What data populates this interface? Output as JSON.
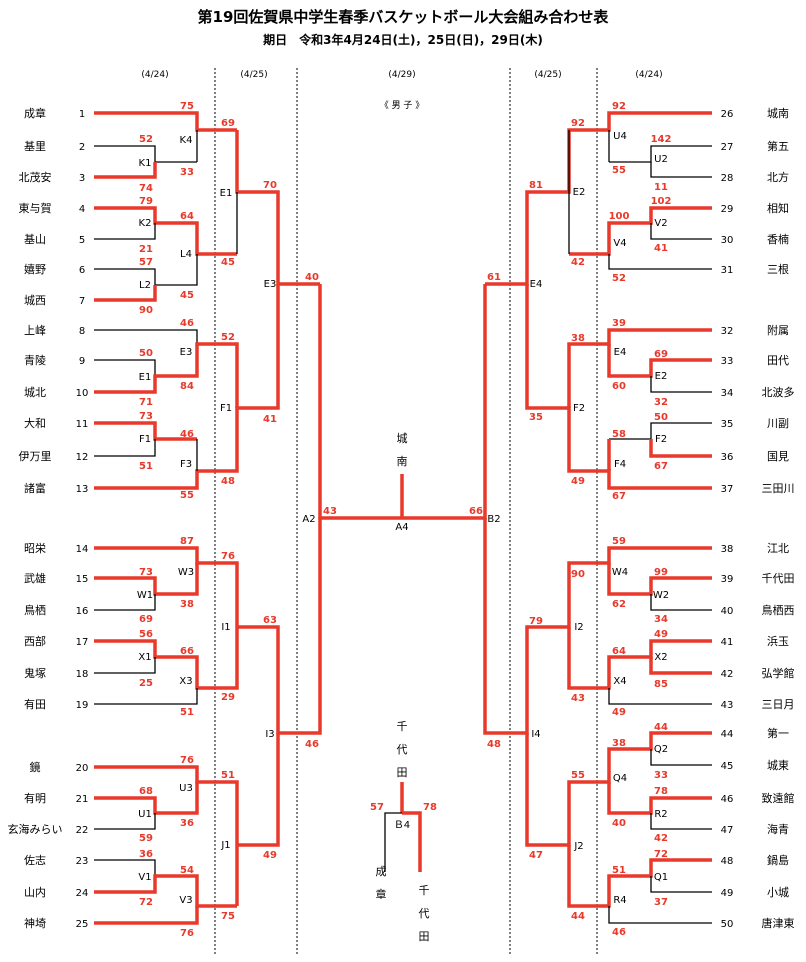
{
  "header": {
    "title": "第19回佐賀県中学生春季バスケットボール大会組み合わせ表",
    "subtitle": "期日　令和3年4月24日(土)，25日(日)，29日(木)"
  },
  "dates": {
    "left_r1": "(4/24)",
    "left_r2": "(4/25)",
    "center": "(4/29)",
    "right_r2": "(4/25)",
    "right_r1": "(4/24)",
    "gender": "《 男 子 》"
  },
  "colors": {
    "winner": "#e8392b",
    "line": "#000000"
  },
  "left_teams": [
    {
      "num": "1",
      "name": "成章"
    },
    {
      "num": "2",
      "name": "基里"
    },
    {
      "num": "3",
      "name": "北茂安"
    },
    {
      "num": "4",
      "name": "東与賀"
    },
    {
      "num": "5",
      "name": "基山"
    },
    {
      "num": "6",
      "name": "嬉野"
    },
    {
      "num": "7",
      "name": "城西"
    },
    {
      "num": "8",
      "name": "上峰"
    },
    {
      "num": "9",
      "name": "青陵"
    },
    {
      "num": "10",
      "name": "城北"
    },
    {
      "num": "11",
      "name": "大和"
    },
    {
      "num": "12",
      "name": "伊万里"
    },
    {
      "num": "13",
      "name": "諸富"
    },
    {
      "num": "14",
      "name": "昭栄"
    },
    {
      "num": "15",
      "name": "武雄"
    },
    {
      "num": "16",
      "name": "鳥栖"
    },
    {
      "num": "17",
      "name": "西部"
    },
    {
      "num": "18",
      "name": "鬼塚"
    },
    {
      "num": "19",
      "name": "有田"
    },
    {
      "num": "20",
      "name": "鏡"
    },
    {
      "num": "21",
      "name": "有明"
    },
    {
      "num": "22",
      "name": "玄海みらい"
    },
    {
      "num": "23",
      "name": "佐志"
    },
    {
      "num": "24",
      "name": "山内"
    },
    {
      "num": "25",
      "name": "神埼"
    }
  ],
  "right_teams": [
    {
      "num": "26",
      "name": "城南"
    },
    {
      "num": "27",
      "name": "第五"
    },
    {
      "num": "28",
      "name": "北方"
    },
    {
      "num": "29",
      "name": "相知"
    },
    {
      "num": "30",
      "name": "香楠"
    },
    {
      "num": "31",
      "name": "三根"
    },
    {
      "num": "32",
      "name": "附属"
    },
    {
      "num": "33",
      "name": "田代"
    },
    {
      "num": "34",
      "name": "北波多"
    },
    {
      "num": "35",
      "name": "川副"
    },
    {
      "num": "36",
      "name": "国見"
    },
    {
      "num": "37",
      "name": "三田川"
    },
    {
      "num": "38",
      "name": "江北"
    },
    {
      "num": "39",
      "name": "千代田"
    },
    {
      "num": "40",
      "name": "鳥栖西"
    },
    {
      "num": "41",
      "name": "浜玉"
    },
    {
      "num": "42",
      "name": "弘学館"
    },
    {
      "num": "43",
      "name": "三日月"
    },
    {
      "num": "44",
      "name": "第一"
    },
    {
      "num": "45",
      "name": "城東"
    },
    {
      "num": "46",
      "name": "致遠館"
    },
    {
      "num": "47",
      "name": "海青"
    },
    {
      "num": "48",
      "name": "鍋島"
    },
    {
      "num": "49",
      "name": "小城"
    },
    {
      "num": "50",
      "name": "唐津東"
    }
  ],
  "left_codes": {
    "K4": "K4",
    "K1": "K1",
    "K2": "K2",
    "L4": "L4",
    "L2": "L2",
    "E3a": "E3",
    "E1a": "E1",
    "F1a": "F1",
    "F3": "F3",
    "E1b": "E1",
    "F1b": "F1",
    "E3b": "E3",
    "W3": "W3",
    "W1": "W1",
    "X1": "X1",
    "X3": "X3",
    "U3": "U3",
    "U1": "U1",
    "V1": "V1",
    "V3": "V3",
    "I1": "I1",
    "J1": "J1",
    "I3": "I3",
    "A2": "A2"
  },
  "right_codes": {
    "U4": "U4",
    "U2": "U2",
    "V2": "V2",
    "V4": "V4",
    "E4a": "E4",
    "E2a": "E2",
    "F2a": "F2",
    "F4": "F4",
    "E2b": "E2",
    "F2b": "F2",
    "E4b": "E4",
    "W4": "W4",
    "W2": "W2",
    "X2": "X2",
    "X4": "X4",
    "Q4": "Q4",
    "Q2": "Q2",
    "R2": "R2",
    "Q1": "Q1",
    "R4": "R4",
    "I2": "I2",
    "J2": "J2",
    "I4": "I4",
    "B2": "B2"
  },
  "center_codes": {
    "A4": "A4",
    "B4": "Ｂ4"
  },
  "champion": "城南",
  "third_winner": "千代田",
  "third_loser": "成章",
  "scores": {
    "k4a": "75",
    "k4b": "69",
    "k1a": "52",
    "k1b": "74",
    "k4c": "33",
    "k2a": "79",
    "l4a": "64",
    "k2b": "21",
    "l4b": "45",
    "l2a": "57",
    "l2b": "90",
    "l4c": "45",
    "e1a": "70",
    "e3a": "40",
    "e3b": "46",
    "e3c": "52",
    "e1c": "50",
    "e1d": "84",
    "e1e": "71",
    "f1a": "73",
    "f3a": "46",
    "f1b": "51",
    "f3b": "48",
    "f1c": "55",
    "f1d": "41",
    "a2": "43",
    "w3a": "87",
    "i1a": "76",
    "w1a": "73",
    "w1b": "38",
    "w1c": "69",
    "x1a": "56",
    "x3a": "66",
    "x1b": "25",
    "x3b": "29",
    "x3c": "51",
    "i1b": "63",
    "i3": "46",
    "u3a": "76",
    "j1a": "51",
    "u1a": "68",
    "u1b": "36",
    "u1c": "59",
    "v1a": "36",
    "v3a": "54",
    "v1b": "72",
    "v3b": "75",
    "v3c": "76",
    "j1b": "49",
    "u4a": "92",
    "e2a": "92",
    "u2a": "142",
    "u4b": "55",
    "u2b": "11",
    "v2a": "102",
    "v4a": "100",
    "v2b": "41",
    "v4b": "42",
    "v4c": "52",
    "e2b": "81",
    "e4": "61",
    "e4a": "39",
    "e4b": "38",
    "e2c": "69",
    "e2d": "60",
    "e2e": "32",
    "f2a": "50",
    "f2b": "58",
    "f2c": "67",
    "f4a": "35",
    "f4b": "49",
    "f4c": "67",
    "b2": "66",
    "w4a": "59",
    "i2a": "90",
    "w2a": "99",
    "w2b": "62",
    "w2c": "34",
    "x2a": "49",
    "x4a": "64",
    "x2b": "85",
    "x4b": "43",
    "x4c": "49",
    "i2b": "79",
    "i4": "48",
    "q4a": "44",
    "q2a": "38",
    "q2b": "33",
    "r2a": "78",
    "q4b": "55",
    "r2b": "40",
    "r2c": "42",
    "q1a": "72",
    "r4a": "51",
    "q1b": "37",
    "r4b": "44",
    "r4c": "46",
    "j2": "47",
    "b4a": "57",
    "b4b": "78"
  }
}
